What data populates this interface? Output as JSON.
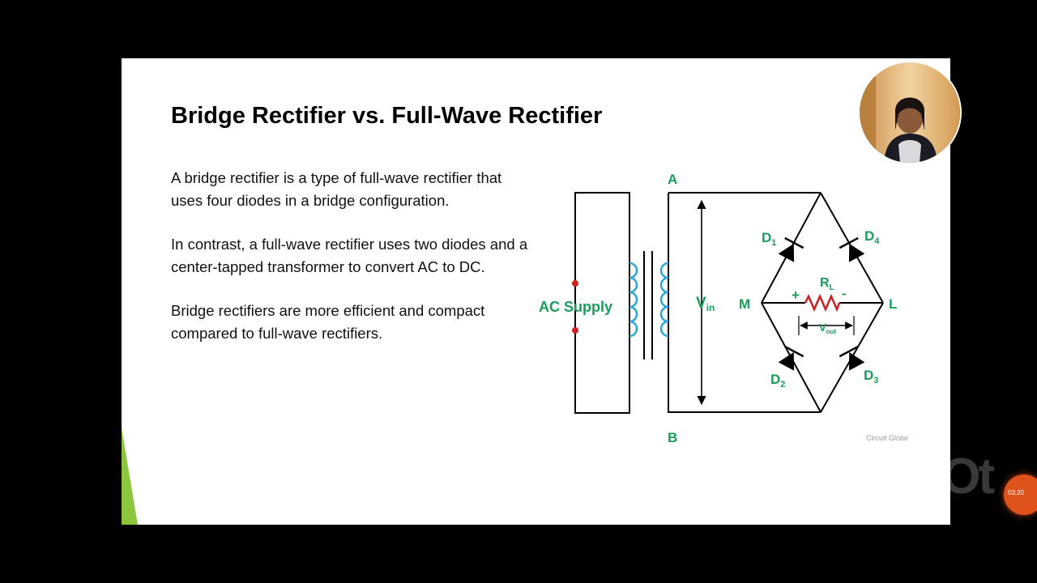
{
  "slide": {
    "title": "Bridge Rectifier vs. Full-Wave Rectifier",
    "paragraphs": [
      "A bridge rectifier is a type of full-wave rectifier that uses four diodes in a bridge configuration.",
      "In contrast, a full-wave rectifier uses two diodes and a center-tapped transformer to convert AC to DC.",
      "Bridge rectifiers are more efficient and compact compared to full-wave rectifiers."
    ],
    "accent_color": "#8cc63f"
  },
  "circuit": {
    "label_color": "#1a9c5a",
    "coil_color": "#2aa7d8",
    "resistor_color": "#cc1f1f",
    "terminal_color": "#d41f1f",
    "labels": {
      "ac_supply": "AC Supply",
      "node_a": "A",
      "node_b": "B",
      "node_m": "M",
      "node_l": "L",
      "vin_main": "V",
      "vin_sub": "in",
      "rl_main": "R",
      "rl_sub": "L",
      "plus": "+",
      "minus": "-",
      "vout_main": "V",
      "vout_sub": "out",
      "d1_main": "D",
      "d1_sub": "1",
      "d2_main": "D",
      "d2_sub": "2",
      "d3_main": "D",
      "d3_sub": "3",
      "d4_main": "D",
      "d4_sub": "4"
    },
    "watermark": "Circuit Globe"
  },
  "overlay": {
    "app_logo": "InShOt",
    "record_time": "03:20"
  }
}
